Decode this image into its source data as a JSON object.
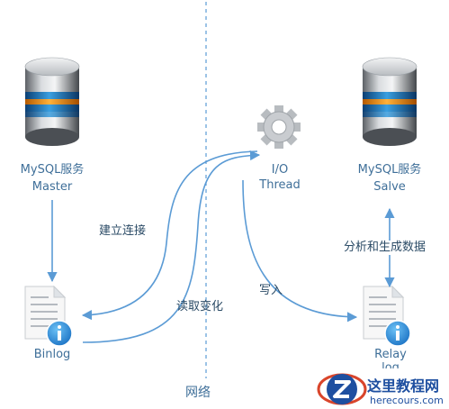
{
  "master": {
    "title": "MySQL服务",
    "subtitle": "Master"
  },
  "slave": {
    "title": "MySQL服务",
    "subtitle": "Salve"
  },
  "io": {
    "line1": "I/O",
    "line2": "Thread"
  },
  "binlog": {
    "label": "Binlog"
  },
  "relay": {
    "line1": "Relay",
    "line2": "log"
  },
  "edges": {
    "connect": "建立连接",
    "read_changes": "读取变化",
    "write": "写入",
    "analyze": "分析和生成数据"
  },
  "network": "网络",
  "watermark": {
    "name": "这里教程网",
    "url": "herecours.com"
  },
  "colors": {
    "arrow": "#5b9bd5",
    "text": "#3f6f99",
    "divider": "#5b9bd5"
  }
}
